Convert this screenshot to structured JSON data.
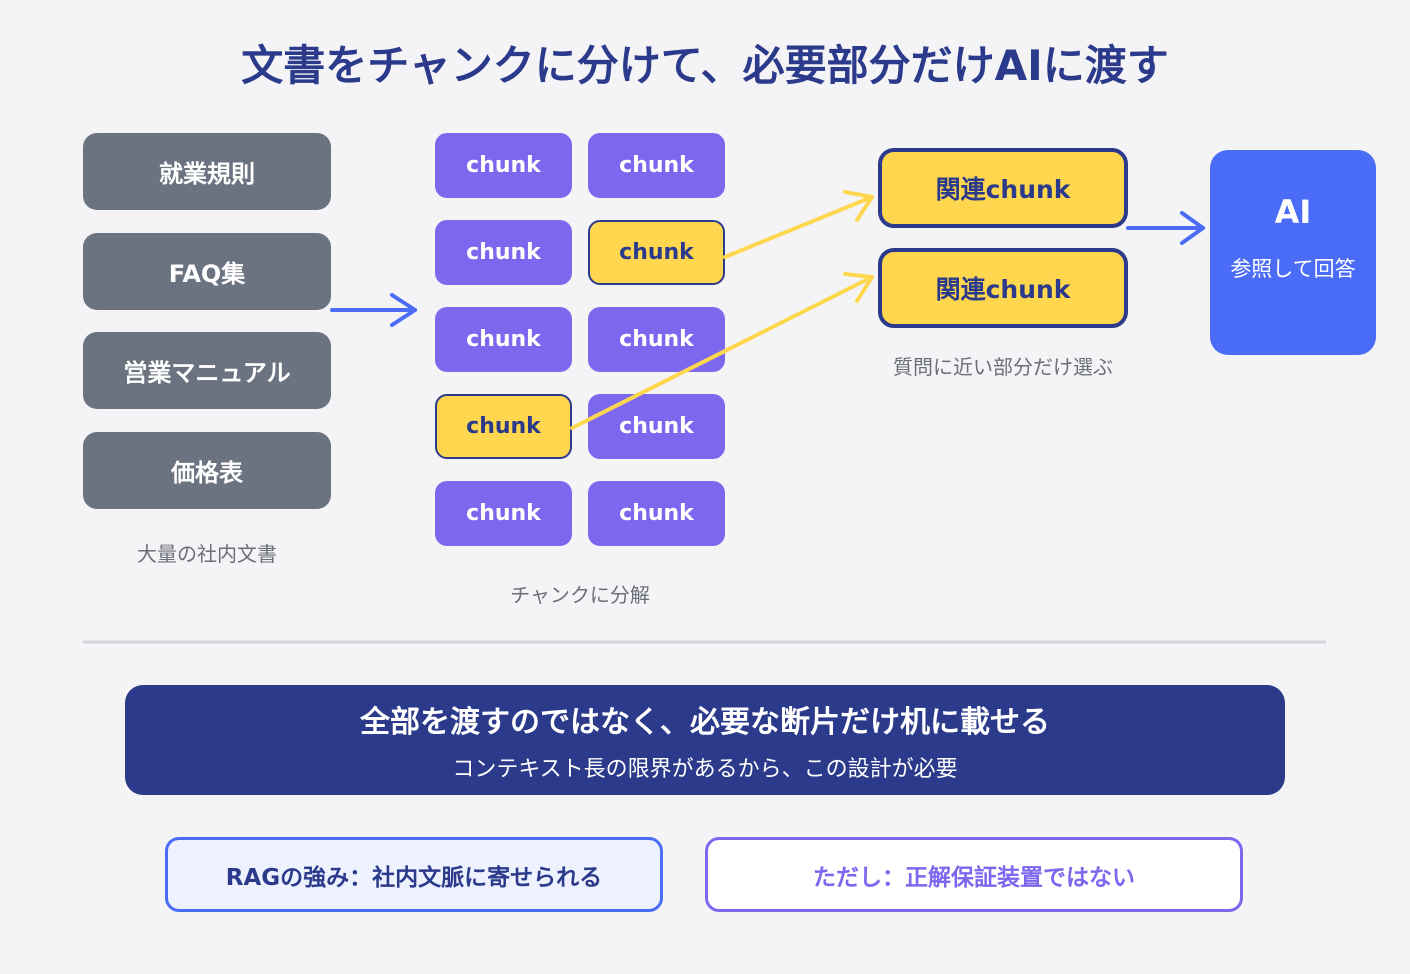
{
  "title": "文書をチャンクに分けて、必要部分だけAIに渡す",
  "documents": [
    "就業規則",
    "FAQ集",
    "営業マニュアル",
    "価格表"
  ],
  "documents_caption": "大量の社内文書",
  "chunk_label": "chunk",
  "chunks_caption": "チャンクに分解",
  "related": [
    "関連chunk",
    "関連chunk"
  ],
  "related_caption": "質問に近い部分だけ選ぶ",
  "ai": {
    "title": "AI",
    "subtitle": "参照して回答"
  },
  "banner": {
    "main": "全部を渡すのではなく、必要な断片だけ机に載せる",
    "sub": "コンテキスト長の限界があるから、この設計が必要"
  },
  "notes": {
    "strength": "RAGの強み：社内文脈に寄せられる",
    "caveat": "ただし：正解保証装置ではない"
  },
  "colors": {
    "navy": "#2b3a8a",
    "purple": "#7b68ee",
    "yellow": "#ffd74f",
    "blue": "#4a6cf7",
    "gray": "#6b7280"
  }
}
